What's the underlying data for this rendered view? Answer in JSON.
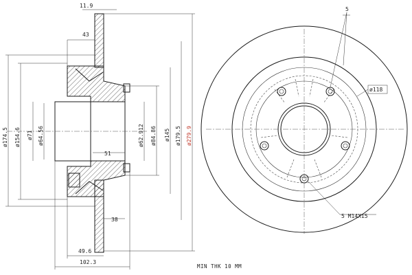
{
  "side_view": {
    "dims": {
      "d1": "11.9",
      "d2": "43",
      "d3": "ø174.5",
      "d4": "ø154.6",
      "d5": "ø71",
      "d6": "ø64.56",
      "d7": "ø62.912",
      "d8": "ø84.86",
      "d9": "ø145",
      "d10": "ø179.5",
      "d11": "ø279.9",
      "d12": "51",
      "d13": "38",
      "d14": "49.6",
      "d15": "102.3"
    }
  },
  "front_view": {
    "labels": {
      "callout_top": "5",
      "bolt_circle": "ø118",
      "thread_spec": "5 M14X15"
    }
  },
  "note": "MIN THK 10 MM"
}
